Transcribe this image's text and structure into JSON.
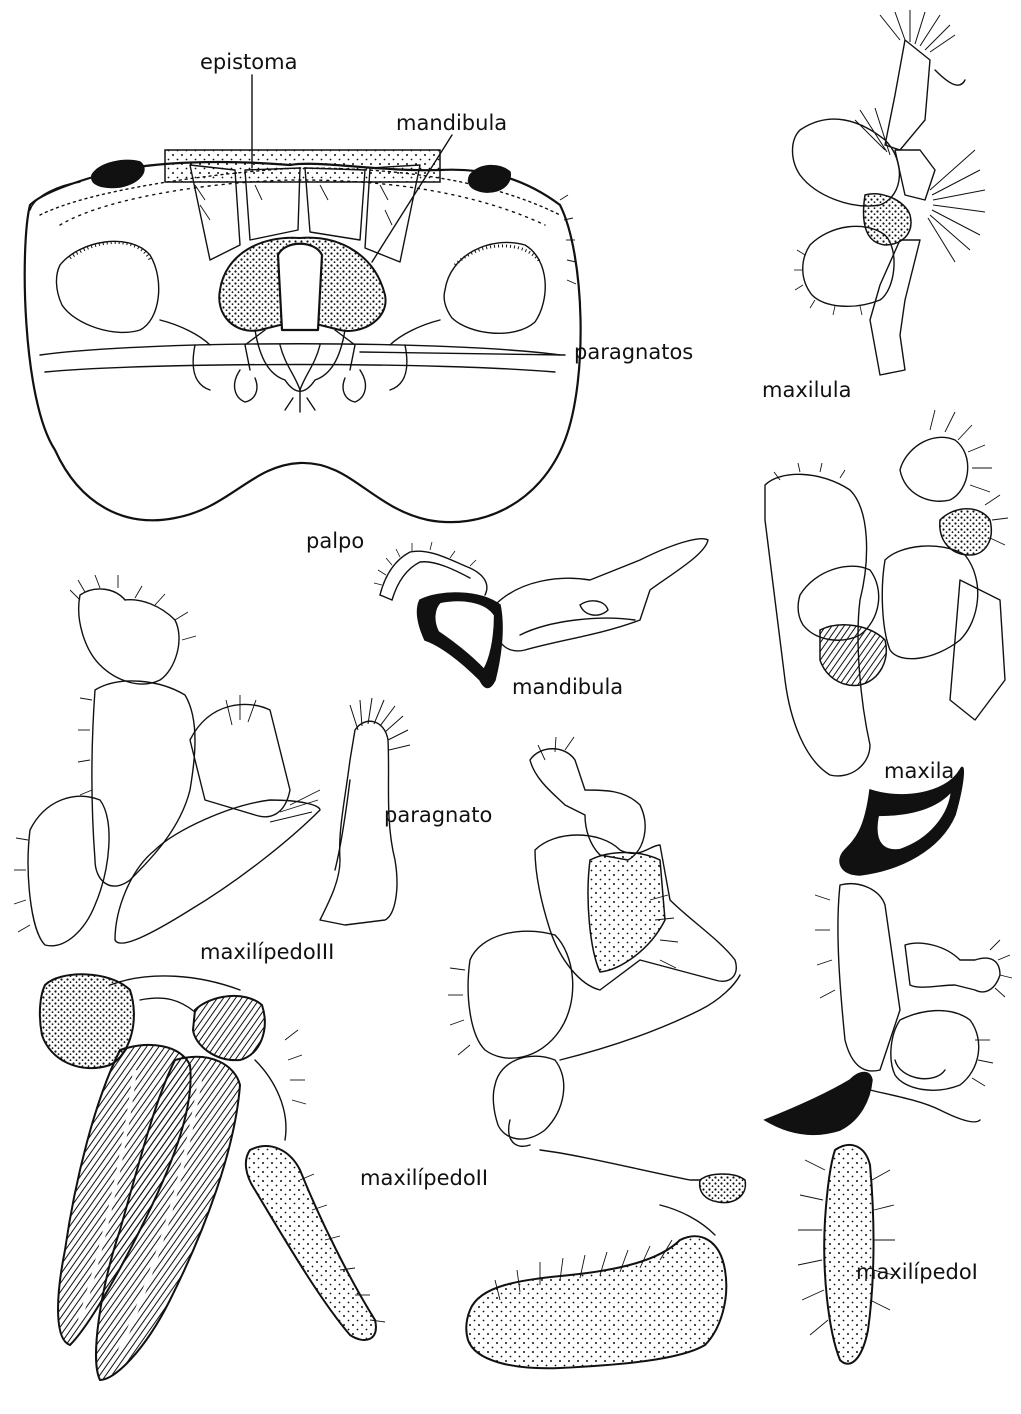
{
  "labels": {
    "epistoma": "epistoma",
    "mandibula_head": "mandibula",
    "paragnatos": "paragnatos",
    "maxilula": "maxilula",
    "palpo": "palpo",
    "mandibula": "mandibula",
    "maxila": "maxila",
    "paragnato": "paragnato",
    "maxilipedo3": "maxilípedoIII",
    "maxilipedo2": "maxilípedoII",
    "maxilipedo1": "maxilípedoI"
  },
  "colors": {
    "ink": "#111111",
    "paper": "#ffffff"
  }
}
